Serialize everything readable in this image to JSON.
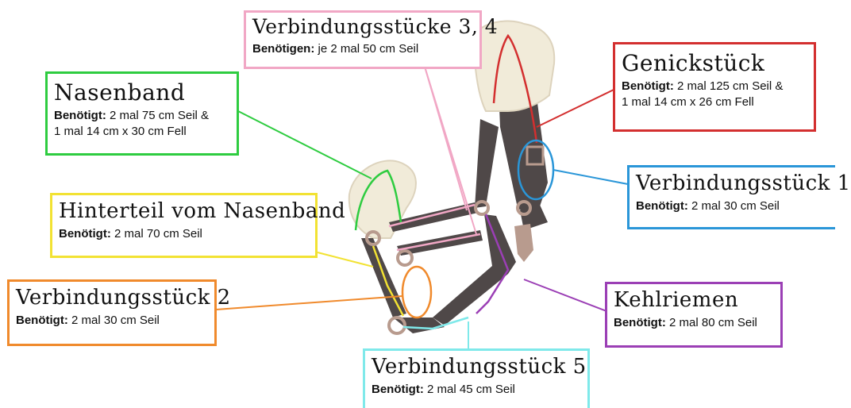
{
  "labels": {
    "vs34": {
      "title": "Verbindungsstücke 3, 4",
      "key": "Benötigen:",
      "text": "je 2 mal 50 cm Seil",
      "text2": "",
      "color": "#f1a7c5"
    },
    "genick": {
      "title": "Genickstück",
      "key": "Benötigt:",
      "text": "2 mal 125 cm Seil &",
      "text2": "1 mal 14 cm x 26 cm Fell",
      "color": "#d32f2f"
    },
    "nasenband": {
      "title": "Nasenband",
      "key": "Benötigt:",
      "text": "2 mal 75 cm Seil &",
      "text2": "1 mal 14 cm x 30 cm Fell",
      "color": "#2ecc40"
    },
    "vs1": {
      "title": "Verbindungsstück 1",
      "key": "Benötigt:",
      "text": "2 mal 30 cm Seil",
      "text2": "",
      "color": "#2a96d8"
    },
    "hinterteil": {
      "title": "Hinterteil vom Nasenband",
      "key": "Benötigt:",
      "text": "2 mal 70 cm Seil",
      "text2": "",
      "color": "#f2e233"
    },
    "vs2": {
      "title": "Verbindungsstück 2",
      "key": "Benötigt:",
      "text": "2 mal 30 cm Seil",
      "text2": "",
      "color": "#f08a2c"
    },
    "kehlriemen": {
      "title": "Kehlriemen",
      "key": "Benötigt:",
      "text": "2 mal 80 cm Seil",
      "text2": "",
      "color": "#9b3fb5"
    },
    "vs5": {
      "title": "Verbindungsstück 5",
      "key": "Benötigt:",
      "text": "2 mal 45 cm Seil",
      "text2": "",
      "color": "#7fe9ea"
    }
  },
  "colors": {
    "strap": "#4f4848",
    "fleece": "#f1ebd9",
    "metal": "#b89b8e"
  }
}
